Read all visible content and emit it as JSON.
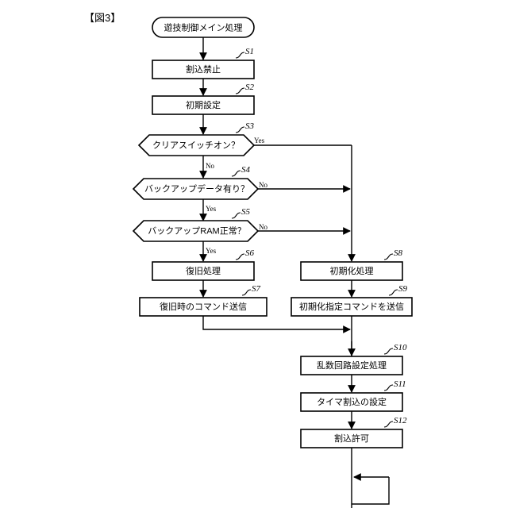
{
  "figure": {
    "title": "【図3】",
    "type": "flowchart"
  },
  "nodes": {
    "start": {
      "text": "遊技制御メイン処理",
      "shape": "terminator"
    },
    "s1": {
      "text": "割込禁止",
      "label": "S1",
      "shape": "process"
    },
    "s2": {
      "text": "初期設定",
      "label": "S2",
      "shape": "process"
    },
    "s3": {
      "text": "クリアスイッチオン？",
      "label": "S3",
      "shape": "decision"
    },
    "s4": {
      "text": "バックアップデータ有り？",
      "label": "S4",
      "shape": "decision"
    },
    "s5": {
      "text": "バックアップRAM正常？",
      "label": "S5",
      "shape": "decision"
    },
    "s6": {
      "text": "復旧処理",
      "label": "S6",
      "shape": "process"
    },
    "s7": {
      "text": "復旧時のコマンド送信",
      "label": "S7",
      "shape": "process"
    },
    "s8": {
      "text": "初期化処理",
      "label": "S8",
      "shape": "process"
    },
    "s9": {
      "text": "初期化指定コマンドを送信",
      "label": "S9",
      "shape": "process"
    },
    "s10": {
      "text": "乱数回路設定処理",
      "label": "S10",
      "shape": "process"
    },
    "s11": {
      "text": "タイマ割込の設定",
      "label": "S11",
      "shape": "process"
    },
    "s12": {
      "text": "割込許可",
      "label": "S12",
      "shape": "process"
    }
  },
  "edge_labels": {
    "s3_yes": "Yes",
    "s3_no": "No",
    "s4_no": "No",
    "s4_yes": "Yes",
    "s5_no": "No",
    "s5_yes": "Yes"
  },
  "colors": {
    "stroke": "#000000",
    "fill": "#ffffff",
    "background": "#ffffff"
  }
}
